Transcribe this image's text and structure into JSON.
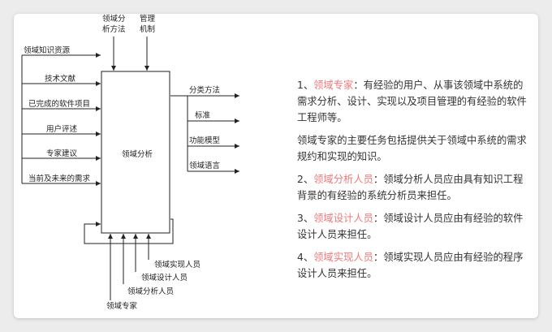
{
  "diagram": {
    "top_inputs": [
      "领域分析方法",
      "管理机制"
    ],
    "left_inputs": [
      "领域知识资源",
      "技术文献",
      "已完成的软件项目",
      "用户评述",
      "专家建议",
      "当前及未来的需求"
    ],
    "center": "领域分析",
    "right_outputs": [
      "分类方法",
      "标准",
      "功能模型",
      "领域语言"
    ],
    "bottom_inputs": [
      "领域实现人员",
      "领域设计人员",
      "领域分析人员",
      "领域专家"
    ]
  },
  "text_panel": {
    "items": [
      {
        "prefix": "1、",
        "role": "领域专家",
        "sep": "：",
        "text": "有经验的用户、从事该领域中系统的需求分析、设计、实现以及项目管理的有经验的软件工程师等。"
      },
      {
        "prefix": "",
        "role": "",
        "sep": "",
        "text": "领域专家的主要任务包括提供关于领域中系统的需求规约和实现的知识。"
      },
      {
        "prefix": "2、",
        "role": "领域分析人员",
        "sep": "：",
        "text": "领域分析人员应由具有知识工程背景的有经验的系统分析员来担任。"
      },
      {
        "prefix": "3、",
        "role": "领域设计人员",
        "sep": "：",
        "text": "领域设计人员应由有经验的软件设计人员来担任。"
      },
      {
        "prefix": "4、",
        "role": "领域实现人员",
        "sep": "：",
        "text": "领域实现人员应由有经验的程序设计人员来担任。"
      }
    ],
    "role_color": "#f07a7a"
  }
}
